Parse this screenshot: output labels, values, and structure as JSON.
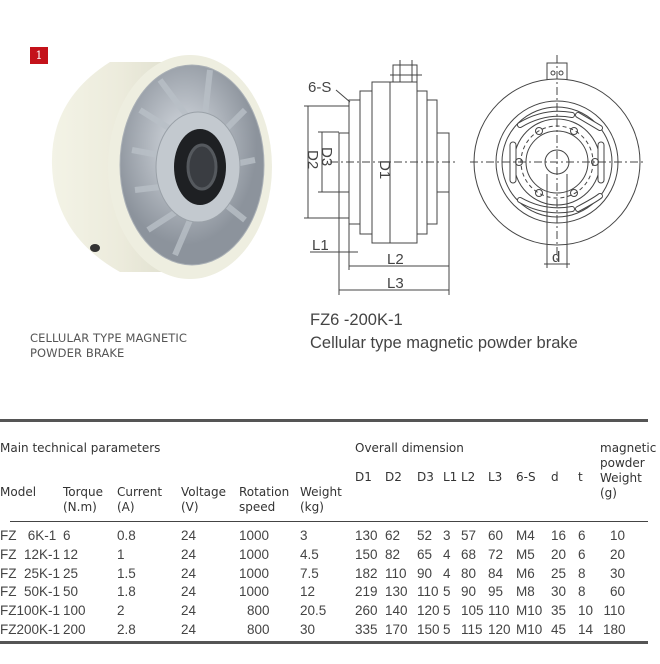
{
  "badge": "1",
  "photo_caption": [
    "CELLULAR TYPE MAGNETIC",
    "POWDER BRAKE"
  ],
  "drawing": {
    "labels": {
      "six_s": "6-S",
      "d1": "D1",
      "d2": "D2",
      "d3": "D3",
      "l1": "L1",
      "l2": "L2",
      "l3": "L3",
      "d": "d"
    },
    "model_range": "FZ6 -200K-1",
    "description": "Cellular type magnetic powder brake"
  },
  "table": {
    "title": "Main technical parameters",
    "overall_title": "Overall dimension",
    "headers": [
      [
        "Model"
      ],
      [
        "Torque",
        "(N.m)"
      ],
      [
        "Current",
        "(A)"
      ],
      [
        "Voltage",
        "(V)"
      ],
      [
        "Rotation",
        "speed"
      ],
      [
        "Weight",
        "(kg)"
      ],
      [
        "D1"
      ],
      [
        "D2"
      ],
      [
        "D3"
      ],
      [
        "L1"
      ],
      [
        "L2"
      ],
      [
        "L3"
      ],
      [
        "6-S"
      ],
      [
        "d"
      ],
      [
        "t"
      ],
      [
        "magnetic",
        "powder",
        "Weight",
        "(g)"
      ]
    ],
    "rows": [
      [
        "FZ   6K-1",
        "6",
        "0.8",
        "24",
        "1000",
        "3",
        "130",
        "62",
        "52",
        "3",
        "57",
        "60",
        "M4",
        "16",
        "6",
        "10"
      ],
      [
        "FZ  12K-1",
        "12",
        "1",
        "24",
        "1000",
        "4.5",
        "150",
        "82",
        "65",
        "4",
        "68",
        "72",
        "M5",
        "20",
        "6",
        "20"
      ],
      [
        "FZ  25K-1",
        "25",
        "1.5",
        "24",
        "1000",
        "7.5",
        "182",
        "110",
        "90",
        "4",
        "80",
        "84",
        "M6",
        "25",
        "8",
        "30"
      ],
      [
        "FZ  50K-1",
        "50",
        "1.8",
        "24",
        "1000",
        "12",
        "219",
        "130",
        "110",
        "5",
        "90",
        "95",
        "M8",
        "30",
        "8",
        "60"
      ],
      [
        "FZ100K-1",
        "100",
        "2",
        "24",
        "800",
        "20.5",
        "260",
        "140",
        "120",
        "5",
        "105",
        "110",
        "M10",
        "35",
        "10",
        "110"
      ],
      [
        "FZ200K-1",
        "200",
        "2.8",
        "24",
        "800",
        "30",
        "335",
        "170",
        "150",
        "5",
        "115",
        "120",
        "M10",
        "45",
        "14",
        "180"
      ]
    ]
  }
}
